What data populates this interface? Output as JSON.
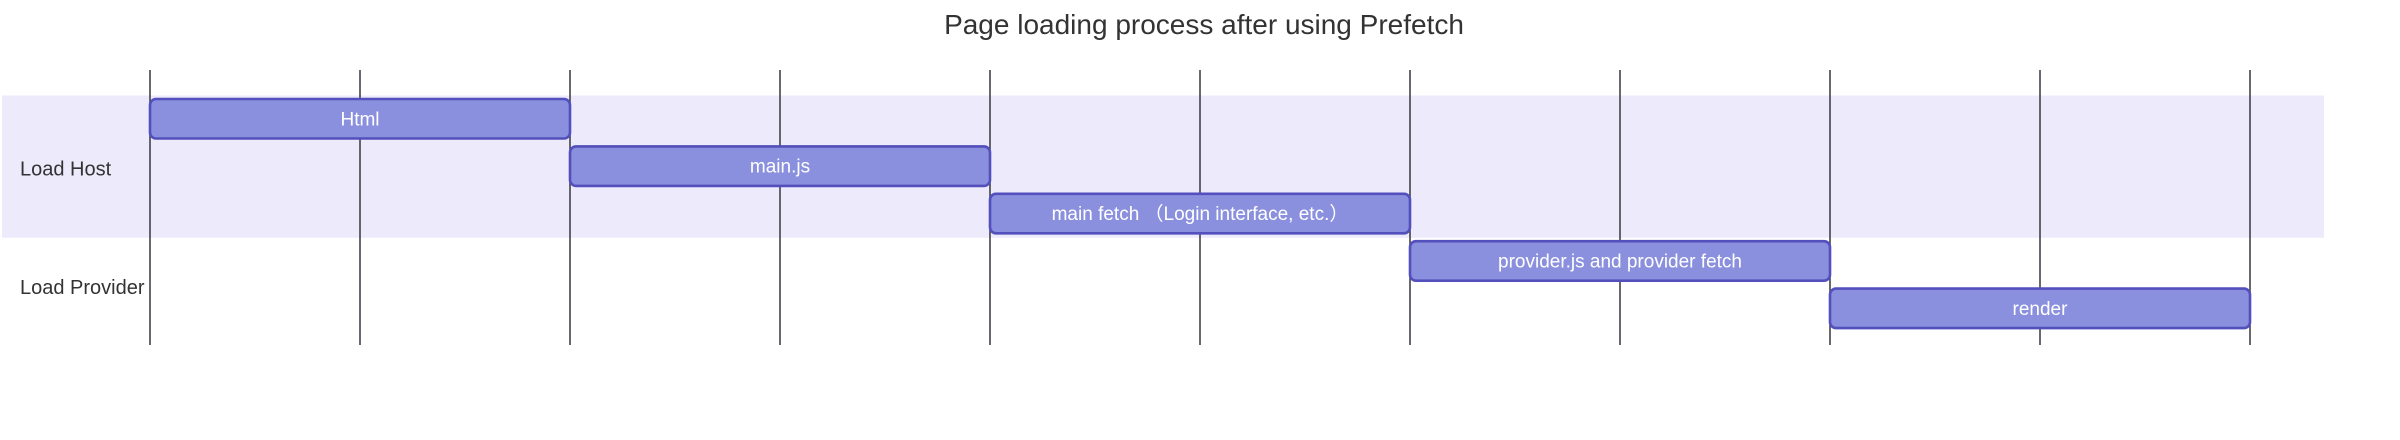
{
  "chart_data": {
    "type": "gantt",
    "title": "Page loading process after using Prefetch",
    "orientation": "horizontal-bars",
    "legend": "none",
    "grid": true,
    "x_axis": {
      "range": [
        0,
        10
      ],
      "tick_count": 11,
      "tick_interval": 1,
      "tick_labels_visible": false
    },
    "sections": [
      {
        "name": "Load Host",
        "task_count": 3,
        "shaded": true
      },
      {
        "name": "Load Provider",
        "task_count": 2,
        "shaded": false
      }
    ],
    "tasks": [
      {
        "section": "Load Host",
        "label": "Html",
        "start": 0,
        "end": 2
      },
      {
        "section": "Load Host",
        "label": "main.js",
        "start": 2,
        "end": 4
      },
      {
        "section": "Load Host",
        "label": "main fetch （Login interface, etc.）",
        "start": 4,
        "end": 6
      },
      {
        "section": "Load Provider",
        "label": "provider.js and provider fetch",
        "start": 6,
        "end": 8
      },
      {
        "section": "Load Provider",
        "label": "render",
        "start": 8,
        "end": 10
      }
    ],
    "colors": {
      "task_fill": "#8a90dd",
      "task_border": "#534fbc",
      "task_text": "#ffffff",
      "section_band": "#eceafb",
      "grid_line": "#42424a",
      "text": "#333333",
      "background": "#ffffff"
    }
  }
}
